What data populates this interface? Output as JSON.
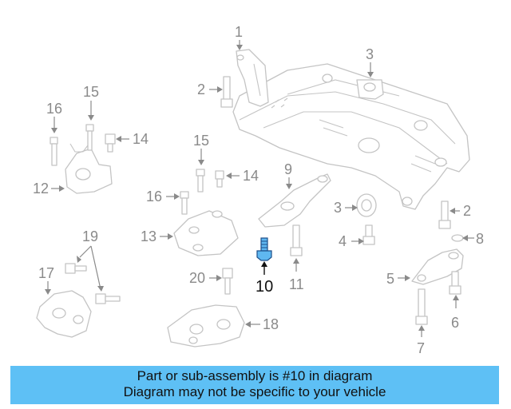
{
  "callouts": {
    "c1": "1",
    "c2a": "2",
    "c2b": "2",
    "c3a": "3",
    "c3b": "3",
    "c4": "4",
    "c5": "5",
    "c6": "6",
    "c7": "7",
    "c8": "8",
    "c9": "9",
    "c10": "10",
    "c11": "11",
    "c12": "12",
    "c13": "13",
    "c14a": "14",
    "c14b": "14",
    "c15a": "15",
    "c15b": "15",
    "c16a": "16",
    "c16b": "16",
    "c17": "17",
    "c18": "18",
    "c19": "19",
    "c20": "20"
  },
  "highlighted_part": "10",
  "colors": {
    "banner": "#5ec0f5",
    "highlight_fill": "#5fb7f0",
    "highlight_stroke": "#1d4f8a",
    "line_art": "#c4c4c4",
    "callout": "#8a8a8a"
  },
  "banner": {
    "line1": "Part or sub-assembly is #10 in diagram",
    "line2": "Diagram may not be specific to your vehicle"
  }
}
